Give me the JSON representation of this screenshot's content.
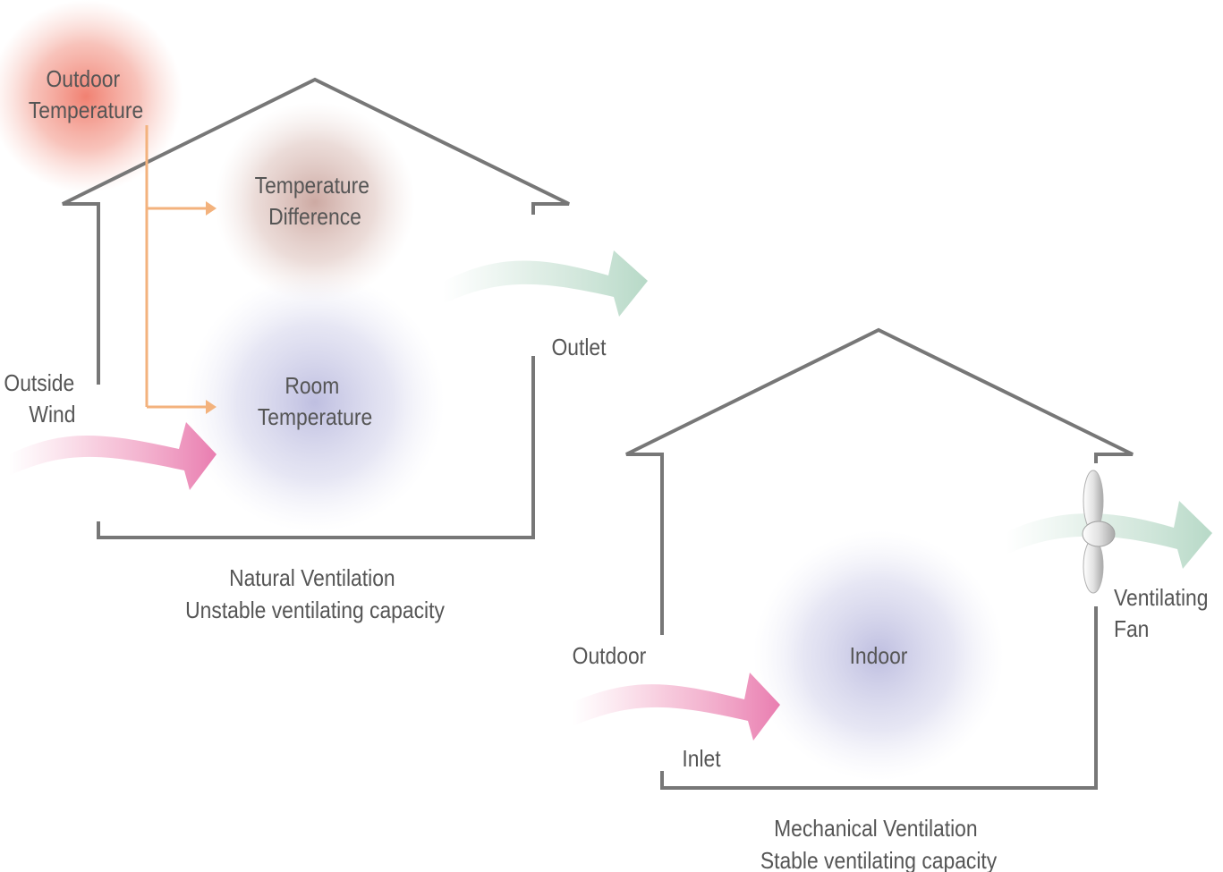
{
  "natural": {
    "outdoor_temp": [
      "Outdoor",
      "Temperature"
    ],
    "temp_difference": [
      "Temperature",
      "Difference"
    ],
    "room_temp": [
      "Room",
      "Temperature"
    ],
    "outside_wind": [
      "Outside",
      "Wind"
    ],
    "outlet": "Outlet",
    "caption": [
      "Natural Ventilation",
      "Unstable ventilating capacity"
    ]
  },
  "mechanical": {
    "outdoor": "Outdoor",
    "indoor": "Indoor",
    "inlet": "Inlet",
    "fan": [
      "Ventilating",
      "Fan"
    ],
    "caption": [
      "Mechanical Ventilation",
      "Stable ventilating capacity"
    ]
  },
  "colors": {
    "house_outline": "#777777",
    "text": "#555555",
    "outdoor_temp_glow": "#f07a6a",
    "temp_diff_glow": "#c49a92",
    "room_glow": "#a9a9d6",
    "wind_arrow": "#ea84b2",
    "outlet_arrow": "#bcdccb",
    "branch_line": "#f3b27d"
  }
}
